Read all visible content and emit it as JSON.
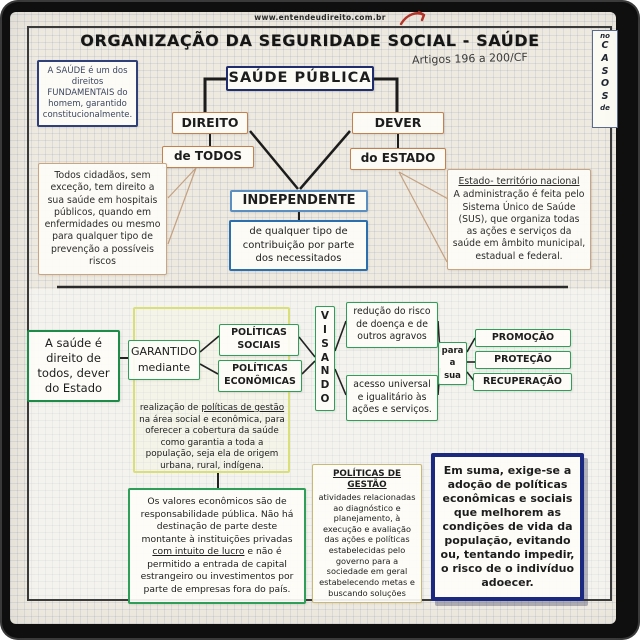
{
  "watermark": "www.entendeudireito.com.br",
  "header": {
    "title": "ORGANIZAÇÃO DA SEGURIDADE SOCIAL - SAÚDE",
    "reference": "Artigos 196 a 200/CF"
  },
  "side_tab": {
    "top": "no",
    "label": "CASOS",
    "bottom": "de"
  },
  "top": {
    "fundamental_note": "A SAÚDE é um dos direitos FUNDAMENTAIS do homem, garantido constitucionalmente.",
    "saude_publica": "SAÚDE PÚBLICA",
    "direito": "DIREITO",
    "de_todos": "de TODOS",
    "dever": "DEVER",
    "do_estado": "do ESTADO",
    "independente": "INDEPENDENTE",
    "independente_detail": "de qualquer tipo de contribuição por parte dos necessitados",
    "citizens_note": "Todos cidadãos, sem exceção, tem direito a sua saúde em hospitais públicos, quando em enfermidades ou mesmo para qualquer tipo de prevenção a possíveis riscos",
    "state_note": {
      "title": "Estado- território nacional",
      "body": "A administração é feita pelo Sistema Único de Saúde (SUS), que organiza todas as ações e serviços da saúde em âmbito municipal, estadual e federal."
    }
  },
  "bottom": {
    "principle": "A saúde é direito de todos, dever do Estado",
    "garantido": "GARANTIDO mediante",
    "politicas_sociais": "POLÍTICAS SOCIAIS",
    "politicas_economicas": "POLÍTICAS ECONÔMICAS",
    "visando": "VISANDO",
    "reducao_risco": "redução do risco de doença e de outros agravos",
    "acesso_universal": "acesso universal e igualitário às ações e serviços.",
    "para_a_sua": "para a sua",
    "outcomes": [
      "PROMOÇÃO",
      "PROTEÇÃO",
      "RECUPERAÇÃO"
    ],
    "gestao_note": {
      "pre": "realização de ",
      "underline": "políticas de gestão",
      "post": " na área social e econômica, para oferecer a cobertura da saúde como garantia a toda a população, seja ela de origem urbana, rural, indígena."
    },
    "valores_note": {
      "pre": "Os valores econômicos são de responsabilidade pública. Não há destinação de parte deste montante à instituições privadas ",
      "underline": "com intuito de lucro",
      "post": " e não é permitido a entrada de capital estrangeiro ou investimentos por parte de empresas fora do país."
    },
    "politicas_gestao": {
      "title": "POLÍTICAS DE GESTÃO",
      "body": "atividades relacionadas ao diagnóstico e planejamento, à execução e avaliação das ações e políticas estabelecidas pelo governo para a sociedade em geral estabelecendo metas e buscando soluções"
    },
    "summary": "Em suma, exige-se a adoção de políticas econômicas e sociais que melhorem as condições de vida da população, evitando ou, tentando impedir, o risco de o indivíduo adoecer."
  },
  "colors": {
    "navy": "#1f2d6e",
    "blue": "#2c6fae",
    "steel_blue": "#5b8fc2",
    "tan": "#c2814f",
    "green": "#2f9e58",
    "dark_green": "#1d8c49",
    "yellow_green": "#d9e07a",
    "khaki": "#c9b878",
    "summary_navy": "#1b2a80",
    "red_mark": "#b8352a"
  }
}
